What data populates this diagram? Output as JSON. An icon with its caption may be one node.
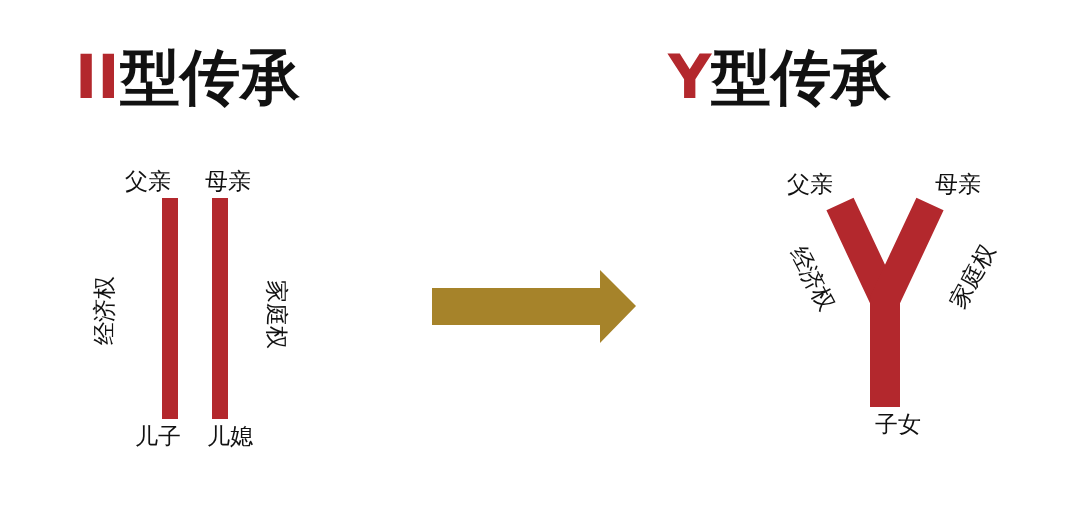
{
  "diagram": {
    "nodes": [
      {
        "text": [
          "父亲"
        ]
      },
      {
        "text": [
          "母亲"
        ]
      },
      {
        "text": [
          "儿子"
        ]
      },
      {
        "text": [
          "儿媳"
        ]
      },
      {
        "text": [
          "父亲"
        ]
      },
      {
        "text": [
          "母亲"
        ]
      },
      {
        "text": [
          "子女"
        ]
      }
    ],
    "edges": [
      {
        "from": 0,
        "to": 2,
        "arrow": "none",
        "label": "经济权"
      },
      {
        "from": 1,
        "to": 3,
        "arrow": "none",
        "label": "家庭权"
      },
      {
        "from": 4,
        "to": 6,
        "arrow": "none",
        "label": "经济权",
        "style": "thick"
      },
      {
        "from": 5,
        "to": 6,
        "arrow": "none",
        "label": "家庭权",
        "style": "thick"
      }
    ],
    "labels": [
      "II型传承",
      "Y型传承"
    ]
  }
}
